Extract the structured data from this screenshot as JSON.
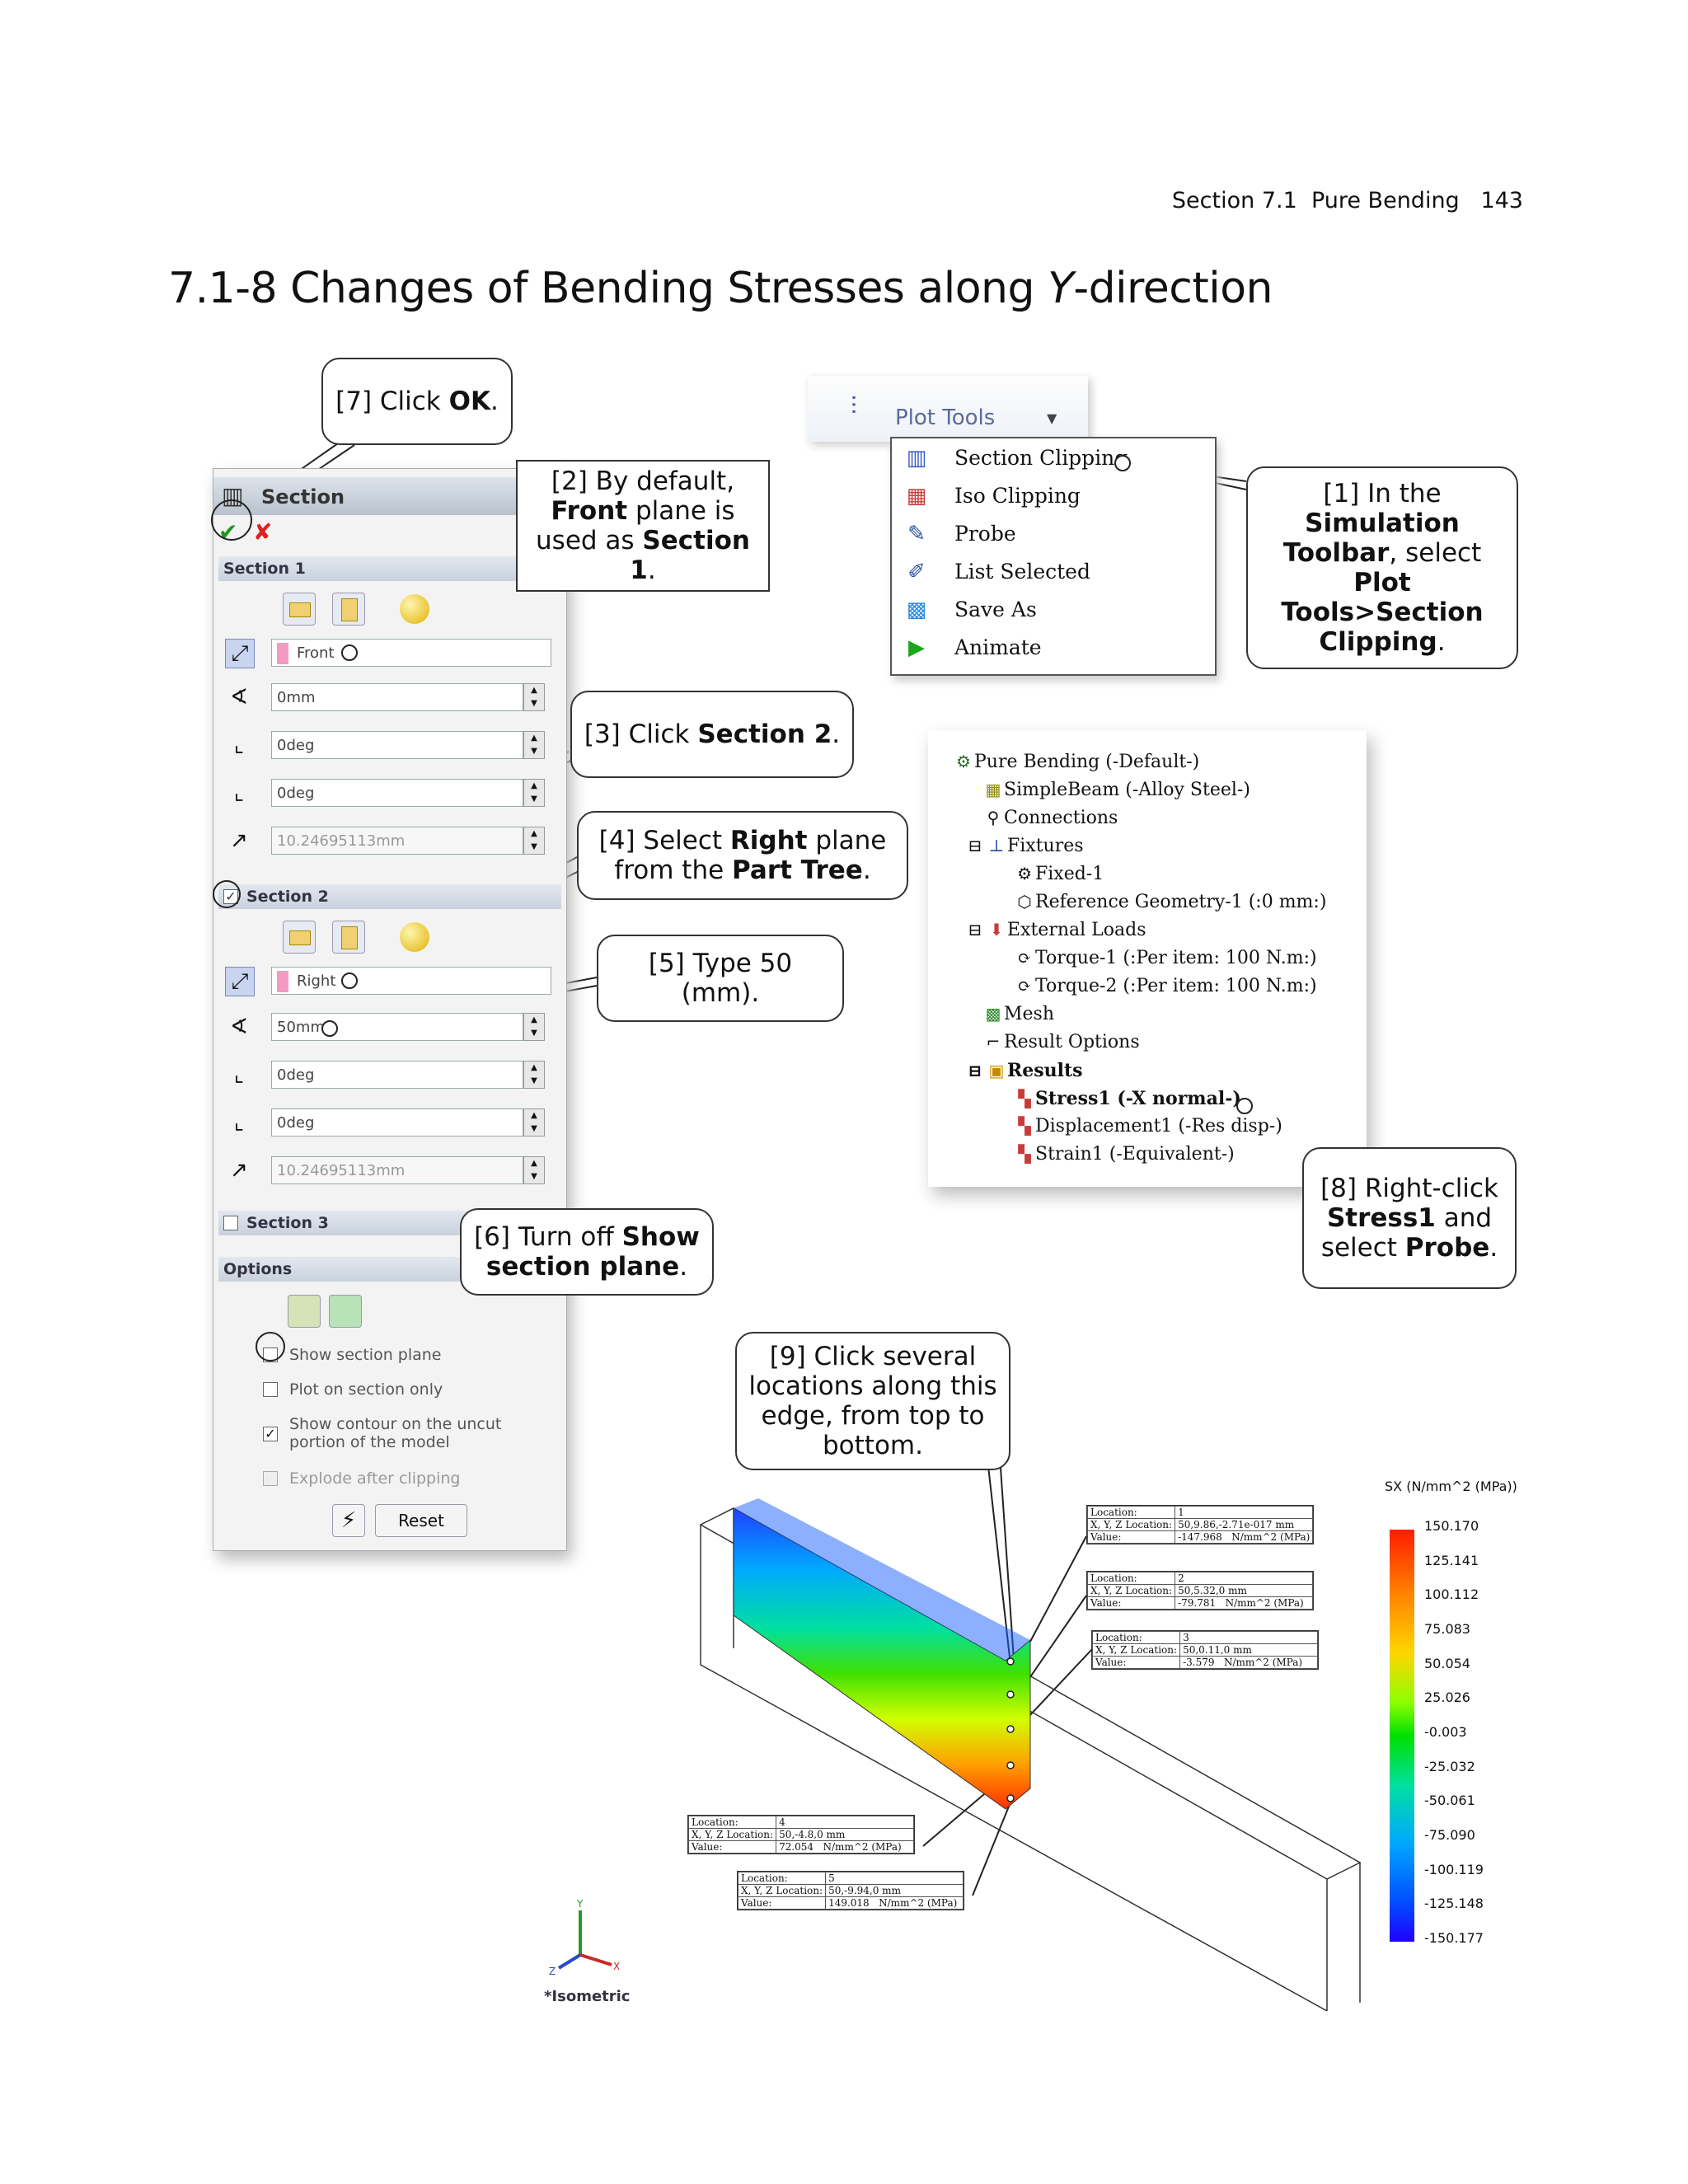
{
  "running_head": {
    "section": "Section 7.1",
    "chapter_title": "Pure Bending",
    "page": "143"
  },
  "title": {
    "prefix": "7.1-8  Changes of Bending Stresses along ",
    "axis": "Y",
    "suffix": "-direction"
  },
  "callouts": {
    "c7": {
      "pre": "[7] Click ",
      "bold": "OK",
      "post": "."
    },
    "c2": {
      "pre": "[2] By default, ",
      "bold": "Front",
      "mid": " plane is used as ",
      "bold2": "Section 1",
      "post": "."
    },
    "c1": {
      "pre": "[1] In the ",
      "bold": "Simulation Toolbar",
      "mid": ", select ",
      "bold2": "Plot Tools>Section Clipping",
      "post": "."
    },
    "c3": {
      "pre": "[3] Click ",
      "bold": "Section 2",
      "post": "."
    },
    "c4": {
      "pre": "[4] Select ",
      "bold": "Right",
      "mid": " plane from the ",
      "bold2": "Part Tree",
      "post": "."
    },
    "c5": {
      "text": "[5] Type 50 (mm)."
    },
    "c6": {
      "pre": "[6] Turn off ",
      "bold": "Show section plane",
      "post": "."
    },
    "c8": {
      "pre": "[8] Right-click ",
      "bold": "Stress1",
      "mid": " and select ",
      "bold2": "Probe",
      "post": "."
    },
    "c9": {
      "text": "[9] Click several locations along this edge, from top to bottom."
    }
  },
  "section_panel": {
    "title": "Section",
    "section1": {
      "label": "Section 1",
      "plane": "Front",
      "offset": "0mm",
      "rot1": "0deg",
      "rot2": "0deg",
      "length": "10.24695113mm"
    },
    "section2": {
      "label": "Section 2",
      "plane": "Right",
      "offset": "50mm",
      "rot1": "0deg",
      "rot2": "0deg",
      "length": "10.24695113mm"
    },
    "section3": {
      "label": "Section 3"
    },
    "options": {
      "label": "Options",
      "show_plane": "Show section plane",
      "plot_only": "Plot on section only",
      "show_contour": "Show contour on the uncut portion of the model",
      "explode": "Explode after clipping",
      "reset": "Reset"
    }
  },
  "plot_tools": {
    "header": "Plot Tools",
    "items": [
      "Section Clipping",
      "Iso Clipping",
      "Probe",
      "List Selected",
      "Save As",
      "Animate"
    ]
  },
  "tree": {
    "root": "Pure Bending (-Default-)",
    "items": [
      {
        "label": "SimpleBeam (-Alloy Steel-)",
        "indent": 1
      },
      {
        "label": "Connections",
        "indent": 1
      },
      {
        "label": "Fixtures",
        "indent": 1
      },
      {
        "label": "Fixed-1",
        "indent": 2
      },
      {
        "label": "Reference Geometry-1 (:0 mm:)",
        "indent": 2
      },
      {
        "label": "External Loads",
        "indent": 1
      },
      {
        "label": "Torque-1 (:Per item: 100 N.m:)",
        "indent": 2
      },
      {
        "label": "Torque-2 (:Per item: 100 N.m:)",
        "indent": 2
      },
      {
        "label": "Mesh",
        "indent": 1
      },
      {
        "label": "Result Options",
        "indent": 1
      },
      {
        "label": "Results",
        "indent": 1
      },
      {
        "label": "Stress1 (-X normal-)",
        "indent": 2
      },
      {
        "label": "Displacement1 (-Res disp-)",
        "indent": 2
      },
      {
        "label": "Strain1 (-Equivalent-)",
        "indent": 2
      }
    ]
  },
  "probes": {
    "labels": {
      "location": "Location:",
      "xyz": "X, Y, Z Location:",
      "value": "Value:"
    },
    "p1": {
      "n": "1",
      "xyz": "50,9.86,-2.71e-017 mm",
      "val": "-147.968",
      "unit": "N/mm^2 (MPa)"
    },
    "p2": {
      "n": "2",
      "xyz": "50,5.32,0 mm",
      "val": "-79.781",
      "unit": "N/mm^2 (MPa)"
    },
    "p3": {
      "n": "3",
      "xyz": "50,0.11,0 mm",
      "val": "-3.579",
      "unit": "N/mm^2 (MPa)"
    },
    "p4": {
      "n": "4",
      "xyz": "50,-4.8,0 mm",
      "val": "72.054",
      "unit": "N/mm^2 (MPa)"
    },
    "p5": {
      "n": "5",
      "xyz": "50,-9.94,0 mm",
      "val": "149.018",
      "unit": "N/mm^2 (MPa)"
    }
  },
  "legend": {
    "title": "SX (N/mm^2 (MPa))",
    "values": [
      "150.170",
      "125.141",
      "100.112",
      "75.083",
      "50.054",
      "25.026",
      "-0.003",
      "-25.032",
      "-50.061",
      "-75.090",
      "-100.119",
      "-125.148",
      "-150.177"
    ],
    "colors": {
      "top": "#ff1c00",
      "bottom": "#2000ff"
    }
  },
  "view_label": "*Isometric"
}
